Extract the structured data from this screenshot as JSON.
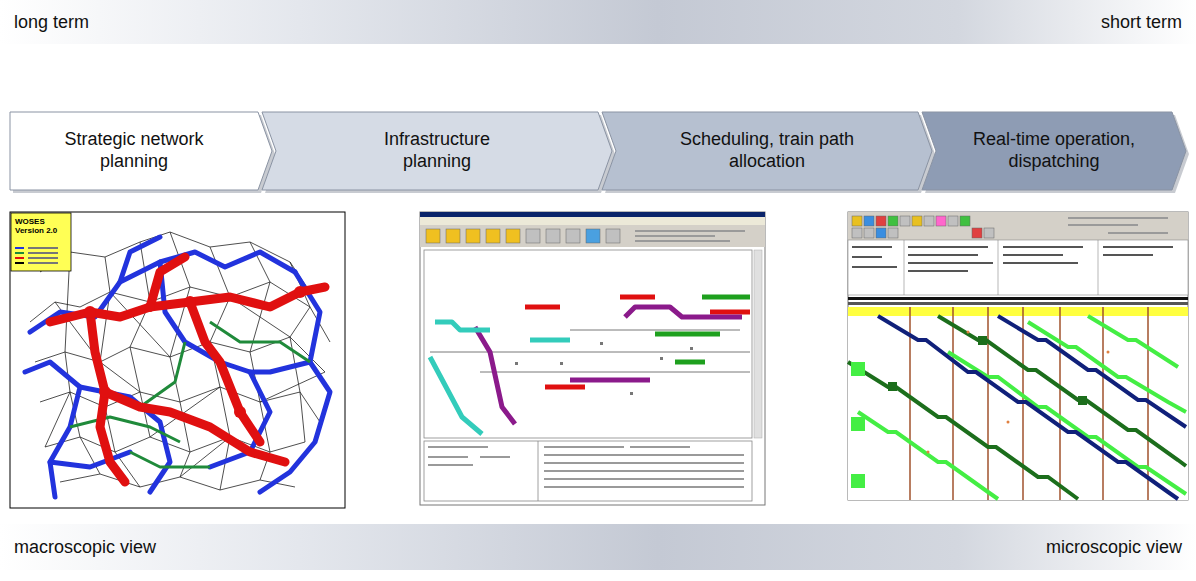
{
  "diagram": {
    "nodes": [
      {
        "text": [
          "long term",
          "short term"
        ]
      },
      {
        "text": [
          "Strategic network planning"
        ]
      },
      {
        "text": [
          "Infrastructure planning"
        ]
      },
      {
        "text": [
          "Scheduling, train path allocation"
        ]
      },
      {
        "text": [
          "Real-time operation, dispatching"
        ]
      },
      {
        "text": [
          "macroscopic view",
          "microscopic view"
        ]
      }
    ],
    "labels": [
      "WOSES Version 2.0"
    ]
  }
}
